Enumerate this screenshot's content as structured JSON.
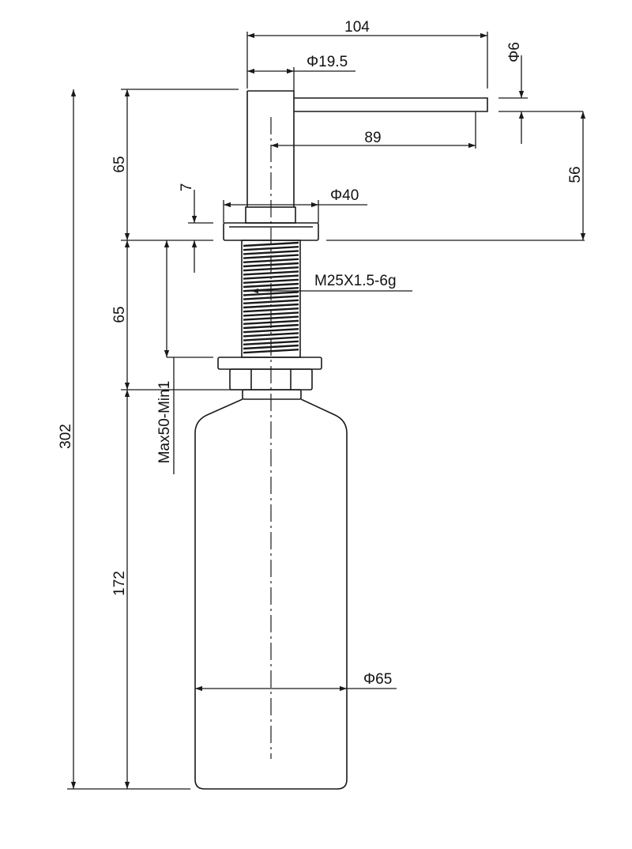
{
  "diagram": {
    "dimensions": {
      "spout_length": "104",
      "stem_diameter": "Φ19.5",
      "outlet_diameter": "Φ6",
      "spout_reach": "89",
      "spout_height": "56",
      "head_height": "65",
      "flange_thickness": "7",
      "flange_diameter": "Φ40",
      "shank_length": "65",
      "thread_spec": "M25X1.5-6g",
      "mount_range": "Max50-Min1",
      "overall_height": "302",
      "bottle_height": "172",
      "bottle_diameter": "Φ65"
    }
  }
}
